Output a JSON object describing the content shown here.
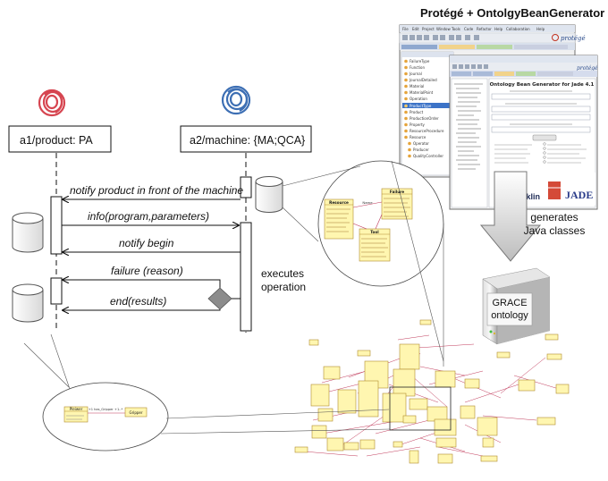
{
  "title": "Protégé + OntolgyBeanGenerator",
  "agents": {
    "a1": "a1/product: PA",
    "a2": "a2/machine: {MA;QCA}"
  },
  "messages": {
    "m1": "notify product in front of the machine",
    "m2": "info(program,parameters)",
    "m3": "notify begin",
    "m4": "failure (reason)",
    "m5": "end(results)"
  },
  "executes": [
    "executes",
    "operation"
  ],
  "generates": [
    "generates",
    "Java classes"
  ],
  "grace": [
    "GRACE",
    "ontology"
  ],
  "zoom_left": {
    "class1": "Pleiwer",
    "class2": "Gripper",
    "relation": "+1  has_Gripper  +1..*"
  },
  "zoom_right": {
    "class1": "Resource",
    "class2": "Failure",
    "class3": "Tool",
    "relation": "Name"
  },
  "screenshot": {
    "menu": [
      "File",
      "Edit",
      "Project",
      "Window",
      "Tools",
      "Code",
      "Refactor",
      "Help",
      "Collaboration",
      "Help"
    ],
    "logo": "protégé",
    "jade": "JADE",
    "acklin": "Acklin",
    "panel_title": "Ontology Bean Generator for Jade 4.1",
    "tree_items": [
      "FailureType",
      "Function",
      "Journal",
      "JournalDetailed",
      "Material",
      "MaterialPoint",
      "Operation",
      "ProductType",
      "Product",
      "ProductionOrder",
      "Property",
      "ResourceProcedure",
      "Resource",
      "Operator",
      "Producer",
      "QualityController"
    ]
  },
  "colors": {
    "red_icon": "#d64550",
    "blue_icon": "#3d6fb4",
    "uml_yellow": "#fff6b0",
    "uml_border": "#b08a2e",
    "relation_red": "#c0395a",
    "decision": "#8c8c8c"
  }
}
